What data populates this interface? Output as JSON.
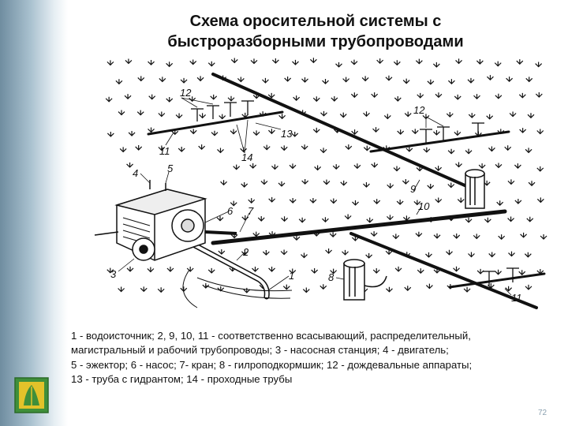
{
  "title": {
    "line1": "Схема оросительной системы с",
    "line2": "быстроразборными трубопроводами"
  },
  "diagram": {
    "labels": [
      "12",
      "12",
      "13",
      "11",
      "14",
      "4",
      "5",
      "9",
      "10",
      "6",
      "7",
      "2",
      "3",
      "1",
      "8",
      "11"
    ]
  },
  "caption": {
    "lines": [
      "1 - водоисточник; 2, 9, 10, 11 - соответственно всасывающий, распределительный,",
      "магистральный и рабочий трубопроводы; 3 - насосная станция; 4 - двигатель;",
      "5 - эжектор; 6 - насос; 7- кран; 8 - гилроподкормшик; 12 -  дождевальные аппараты;",
      "13 - труба с гидрантом; 14 - проходные трубы"
    ]
  },
  "footer": {
    "page_number": "72"
  },
  "colors": {
    "left_bar": "#8fabbd",
    "logo_green": "#3f8f3a",
    "logo_yellow": "#e2c22a"
  }
}
